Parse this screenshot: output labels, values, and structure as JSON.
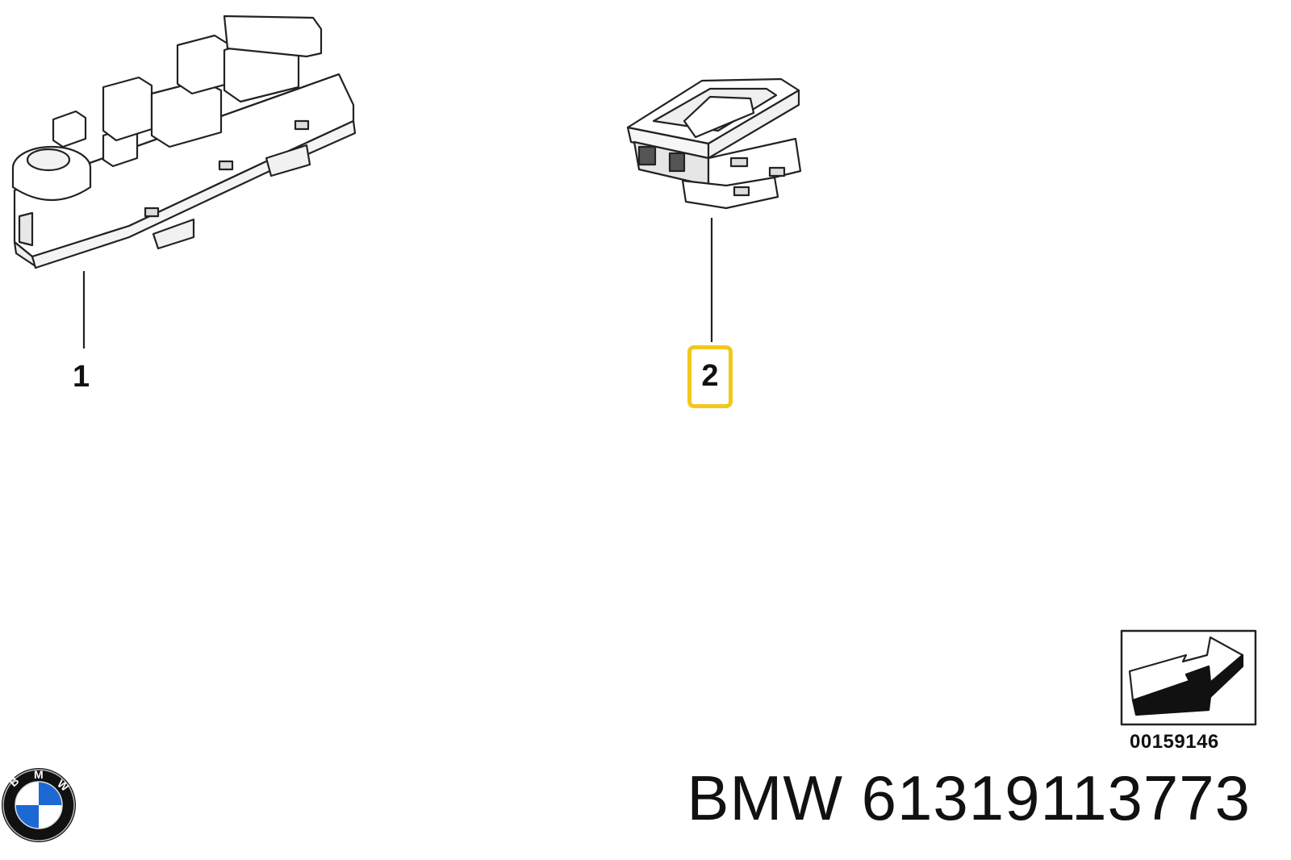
{
  "callouts": {
    "item1": "1",
    "item2": "2"
  },
  "reference_code": "00159146",
  "part_title": "BMW 61319113773",
  "logo": {
    "name": "bmw-logo",
    "lettering": "BMW",
    "colors": {
      "blue": "#1c69d4",
      "white": "#ffffff",
      "black": "#111111"
    }
  },
  "highlight_color": "#f2c81b"
}
